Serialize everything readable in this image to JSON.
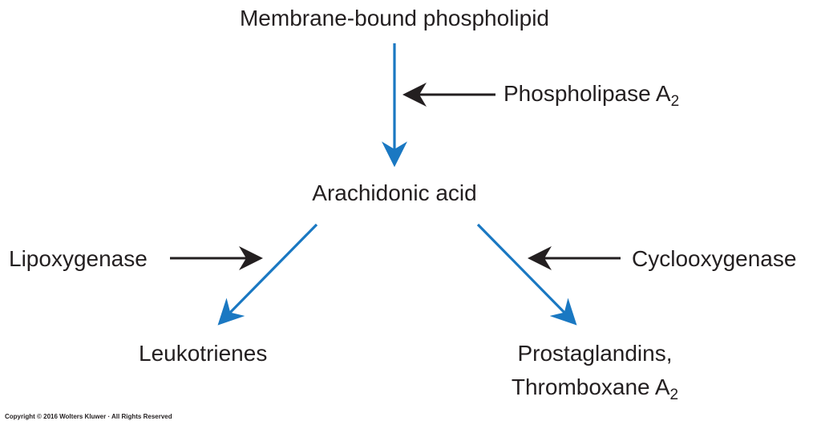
{
  "diagram": {
    "top_node": "Membrane-bound phospholipid",
    "enzyme_top": {
      "text": "Phospholipase A",
      "sub": "2"
    },
    "middle_node": "Arachidonic acid",
    "enzyme_left": "Lipoxygenase",
    "enzyme_right": "Cyclooxygenase",
    "product_left": "Leukotrienes",
    "product_right_line1": "Prostaglandins,",
    "product_right_line2": {
      "text": "Thromboxane A",
      "sub": "2"
    }
  },
  "copyright": "Copyright © 2016 Wolters Kluwer · All Rights Reserved",
  "colors": {
    "pathway_arrow": "#1a78c2",
    "enzyme_arrow": "#231f20",
    "text": "#231f20",
    "background": "#ffffff"
  }
}
